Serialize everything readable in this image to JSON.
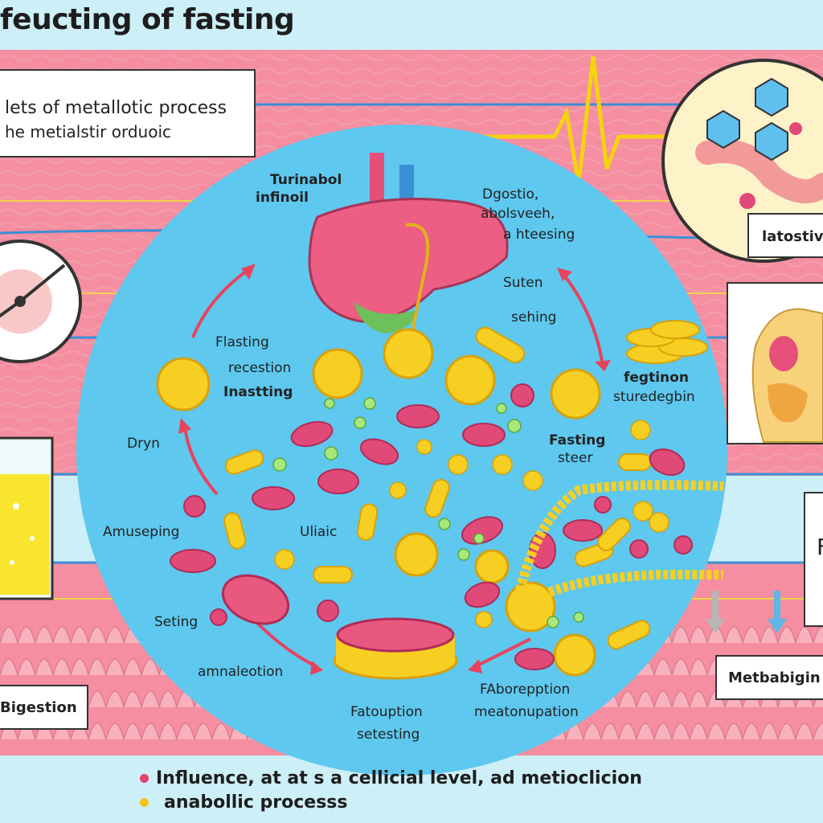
{
  "title": "feucting of fasting",
  "top_box": {
    "line1": "lets of metallotic process",
    "line2": "he metialstir orduoic"
  },
  "labels": {
    "turinabol": "Turinabol",
    "infinoil": "infinoil",
    "dgostio": "Dgostio,",
    "abolsveeh": "abolsveeh,",
    "hteesing": "a hteesing",
    "suten": "Suten",
    "sehing": "sehing",
    "flasting": "Flasting",
    "recestion": "recestion",
    "inastting": "Inastting",
    "fegtinon": "fegtinon",
    "sturedegbin": "sturedegbin",
    "fasting_steer_1": "Fasting",
    "fasting_steer_2": "steer",
    "dryn": "Dryn",
    "amuseping": "Amuseping",
    "uliaic": "Uliaic",
    "seting": "Seting",
    "amnaleotion": "amnaleotion",
    "fatoupion": "Fatouption",
    "setesting": "setesting",
    "faborepption": "FAborepption",
    "meatonpation": "meatonupation"
  },
  "side_boxes": {
    "latostiv": "latostiv",
    "digestion": "Bigestion",
    "metabolic": "Metbabigin",
    "right_edge": "F"
  },
  "legend": [
    {
      "text": "Influence, at at s a cellicial level, ad metioclicion",
      "color": "#e8436a"
    },
    {
      "text": "anabollic processs",
      "color": "#f3c21a"
    }
  ],
  "colors": {
    "pink_band": "#f48ea0",
    "center_circle": "#5ec8ef",
    "pink_cell": "#e14a78",
    "yellow_cell": "#f6cf22",
    "arrow": "#e8435c",
    "liver": "#ec5e84"
  }
}
